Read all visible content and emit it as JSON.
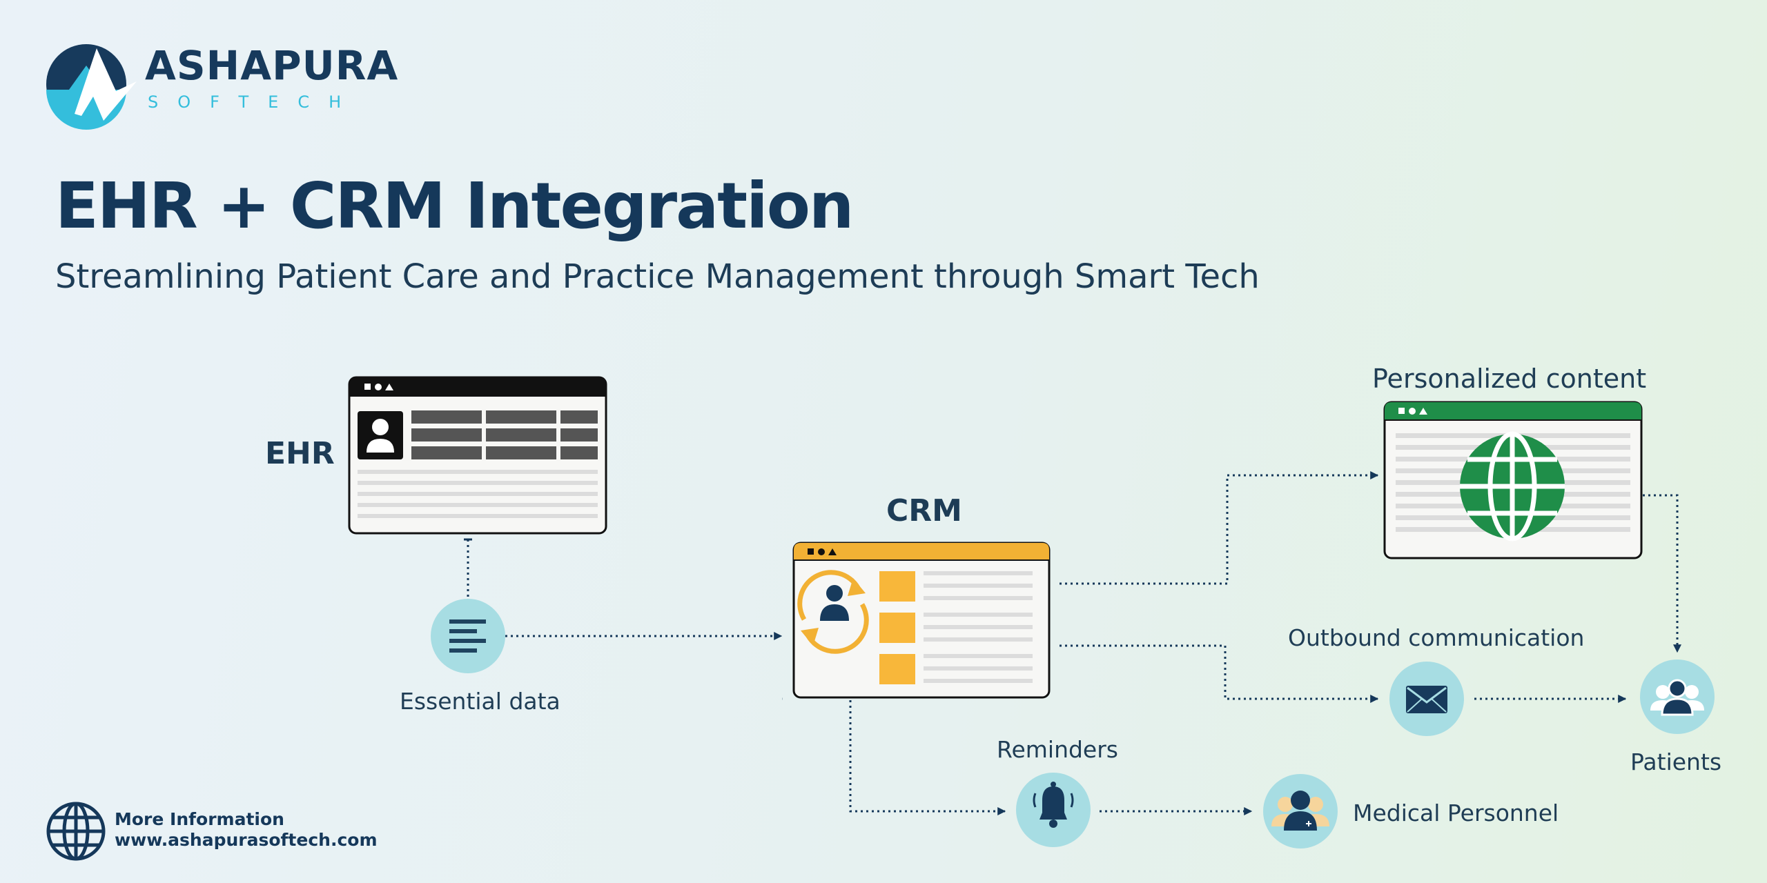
{
  "brand": {
    "name": "ASHAPURA",
    "tagline": "SOFTECH",
    "logo_icon": "ashapura-logo-icon"
  },
  "title": "EHR + CRM Integration",
  "subtitle": "Streamlining Patient Care and Practice Management through Smart Tech",
  "diagram": {
    "ehr_label": "EHR",
    "crm_label": "CRM",
    "essential_data_label": "Essential data",
    "personalized_content_label": "Personalized content",
    "outbound_communication_label": "Outbound communication",
    "reminders_label": "Reminders",
    "medical_personnel_label": "Medical Personnel",
    "patients_label": "Patients"
  },
  "footer": {
    "heading": "More Information",
    "url": "www.ashapurasoftech.com",
    "icon": "globe-icon"
  },
  "colors": {
    "navy": "#15385a",
    "crm_accent": "#f2b134",
    "content_accent": "#1f8e49",
    "node_circle": "#a7dde3",
    "brand_cyan": "#34bedc"
  }
}
